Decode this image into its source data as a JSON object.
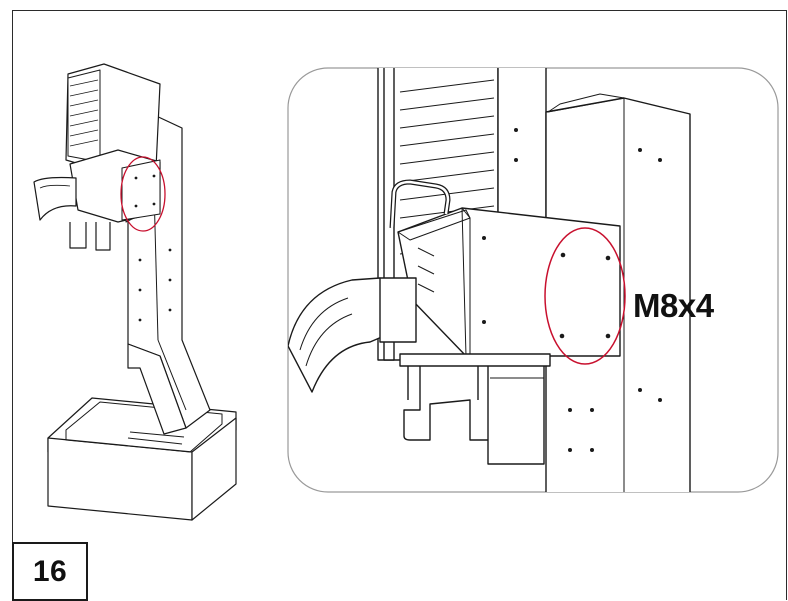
{
  "step": {
    "number": "16"
  },
  "callout": {
    "label": "M8x4"
  },
  "colors": {
    "line": "#1a1a1a",
    "highlight": "#c8102e",
    "panel_border": "#9a9a9a"
  },
  "icons": [
    "bolt-pattern-highlight-circle"
  ]
}
